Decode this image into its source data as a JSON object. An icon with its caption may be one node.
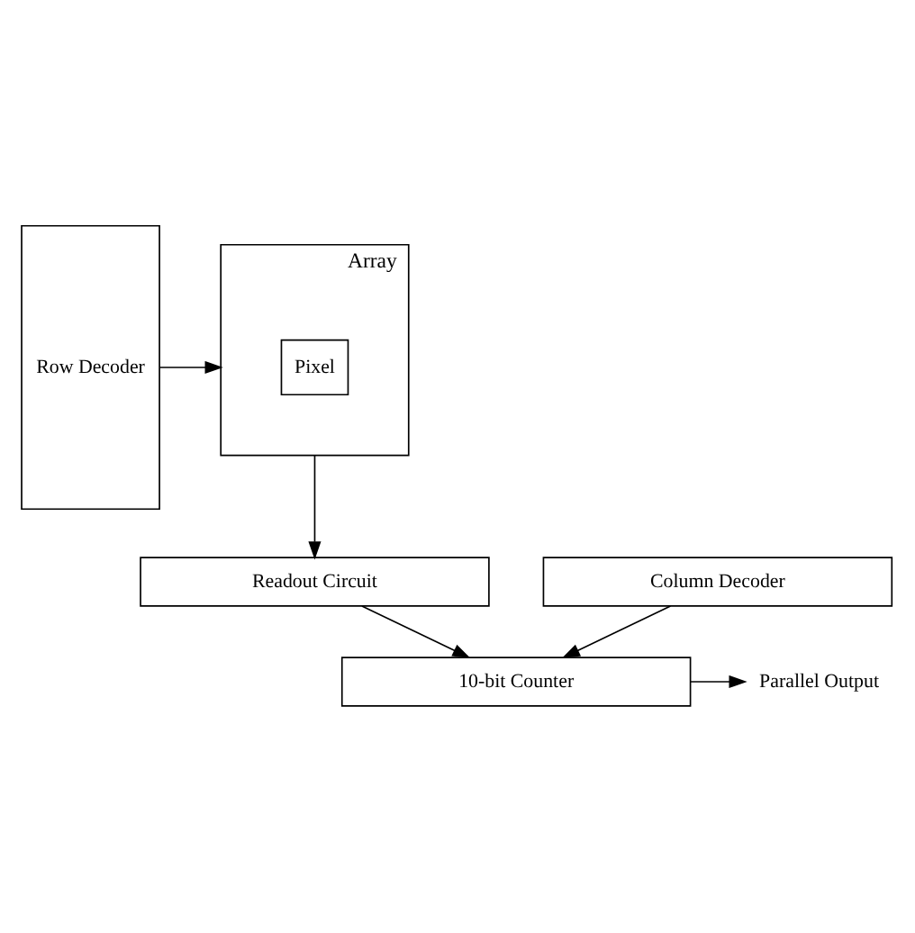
{
  "diagram": {
    "nodes": [
      {
        "text": [
          "Row Decoder"
        ]
      },
      {
        "text": [
          "Array"
        ]
      },
      {
        "text": [
          "Pixel"
        ],
        "in": 1
      },
      {
        "text": [
          "Readout Circuit"
        ]
      },
      {
        "text": [
          "10-bit Counter"
        ]
      },
      {
        "text": [
          "Column Decoder"
        ]
      },
      {
        "text": [
          "Parallel Output"
        ]
      }
    ],
    "edges": [
      {
        "from": 0,
        "to": 1,
        "arrow": "to"
      },
      {
        "from": 1,
        "to": 3,
        "arrow": "to"
      },
      {
        "from": 3,
        "to": 4,
        "arrow": "to"
      },
      {
        "from": 5,
        "to": 4,
        "arrow": "to"
      },
      {
        "from": 4,
        "to": 6,
        "arrow": "to"
      }
    ]
  }
}
